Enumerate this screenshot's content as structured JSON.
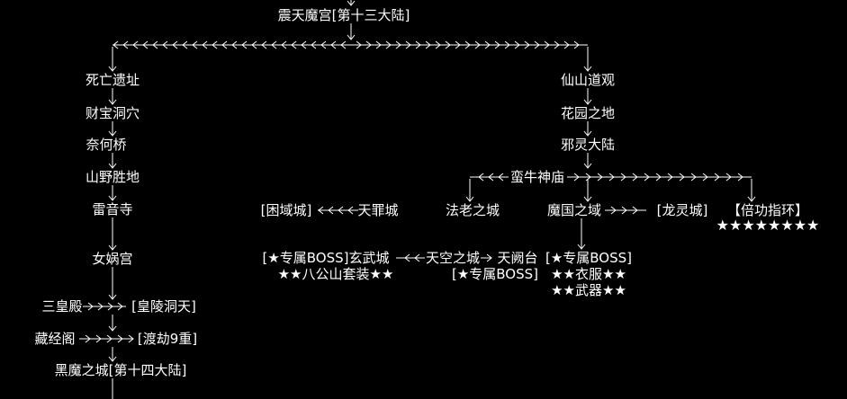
{
  "top": {
    "label": "震天魔宫[第十三大陆]"
  },
  "left_chain": [
    {
      "label": "死亡遗址"
    },
    {
      "label": "财宝洞穴"
    },
    {
      "label": "奈何桥"
    },
    {
      "label": "山野胜地"
    },
    {
      "label": "雷音寺"
    },
    {
      "label": "女娲宫"
    }
  ],
  "sanhuang": {
    "label": "三皇殿",
    "target": "[皇陵洞天]"
  },
  "zangjing": {
    "label": "藏经阁",
    "target": "[渡劫9重]"
  },
  "heimo": {
    "label": "黑魔之城[第十四大陆]"
  },
  "right_chain": [
    {
      "label": "仙山道观"
    },
    {
      "label": "花园之地"
    },
    {
      "label": "邪灵大陆"
    }
  ],
  "manniu": {
    "label": "蛮牛神庙"
  },
  "falao": {
    "label": "法老之城"
  },
  "moguo": {
    "label": "魔国之域"
  },
  "longling": {
    "label": "[龙灵城]"
  },
  "beigong": {
    "label": "【倍功指环】",
    "stars": "★★★★★★★★"
  },
  "tianzui": {
    "label": "天罪城"
  },
  "kunyu": {
    "label": "[困域城]"
  },
  "xuanwu": {
    "label": "[★专属BOSS]玄武城"
  },
  "xuanwu_set": {
    "label": "★★八公山套装★★"
  },
  "tiankong": {
    "label": "天空之城"
  },
  "tianque": {
    "label": "天阙台"
  },
  "tianque_boss": {
    "label": "[★专属BOSS]"
  },
  "moguo_boss": {
    "label": "[★专属BOSS]"
  },
  "moguo_clothes": {
    "label": "★★衣服★★"
  },
  "moguo_weapon": {
    "label": "★★武器★★"
  }
}
